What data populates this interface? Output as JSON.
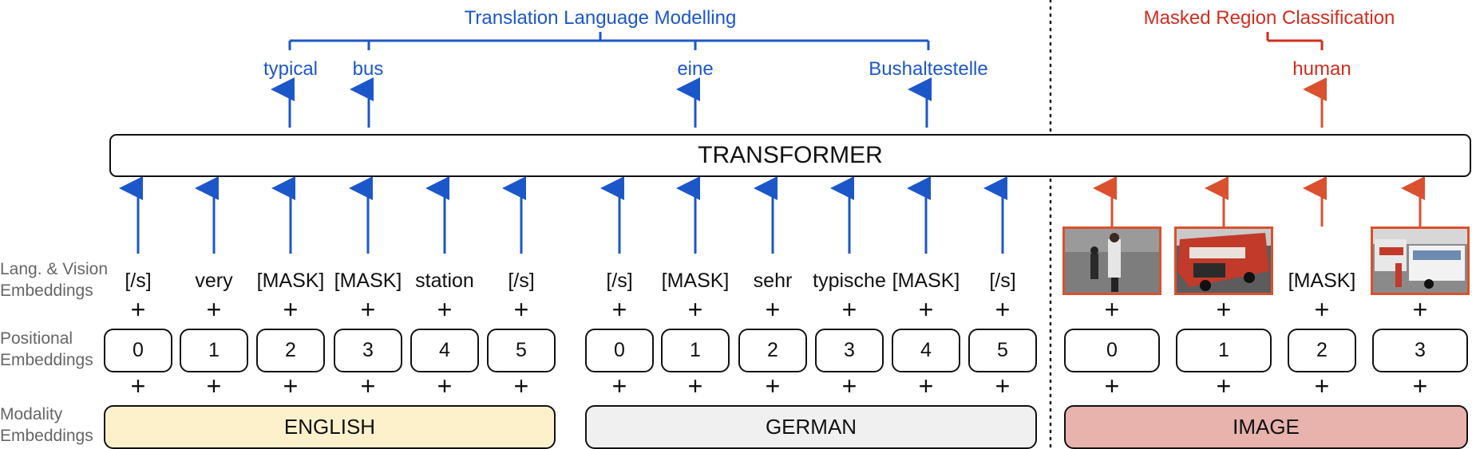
{
  "titles": {
    "tlm": "Translation Language Modelling",
    "mrc": "Masked Region Classification"
  },
  "predictions": {
    "typical": "typical",
    "bus": "bus",
    "eine": "eine",
    "bushaltestelle": "Bushaltestelle",
    "human": "human"
  },
  "transformer_label": "TRANSFORMER",
  "row_labels": {
    "lang_vision": "Lang. & Vision Embeddings",
    "positional": "Positional Embeddings",
    "modality": "Modality Embeddings"
  },
  "english_tokens": [
    "[/s]",
    "very",
    "[MASK]",
    "[MASK]",
    "station",
    "[/s]"
  ],
  "german_tokens": [
    "[/s]",
    "[MASK]",
    "sehr",
    "typische",
    "[MASK]",
    "[/s]"
  ],
  "image_mask_token": "[MASK]",
  "positions": {
    "english": [
      "0",
      "1",
      "2",
      "3",
      "4",
      "5"
    ],
    "german": [
      "0",
      "1",
      "2",
      "3",
      "4",
      "5"
    ],
    "image": [
      "0",
      "1",
      "2",
      "3"
    ]
  },
  "plus": "+",
  "modalities": {
    "english": "ENGLISH",
    "german": "GERMAN",
    "image": "IMAGE"
  },
  "colors": {
    "text_arrow_blue": "#1c57c9",
    "image_arrow_red": "#d9512e",
    "english_fill": "#fdf1cc",
    "german_fill": "#f0f0f0",
    "image_fill": "#e8b3ad"
  }
}
